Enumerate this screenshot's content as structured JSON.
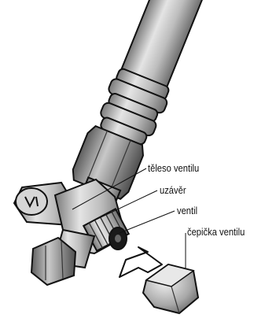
{
  "labels": {
    "body": "těleso ventilu",
    "closure": "uzávěr",
    "valve": "ventil",
    "cap": "čepička ventilu"
  }
}
